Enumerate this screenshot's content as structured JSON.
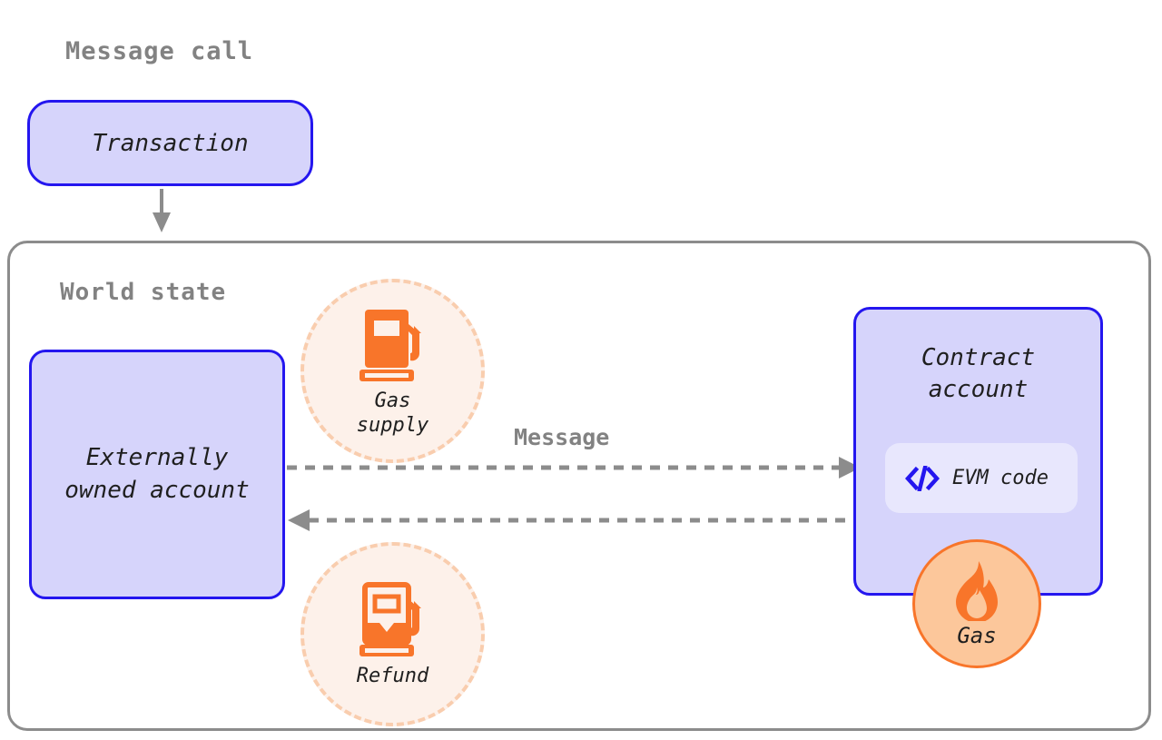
{
  "diagram": {
    "title": "Message call",
    "container_label": "World state",
    "edge_label": "Message"
  },
  "nodes": {
    "transaction": {
      "label": "Transaction"
    },
    "externally_owned_account": {
      "label": "Externally\nowned account"
    },
    "contract_account": {
      "label": "Contract\naccount",
      "code_chip": {
        "label": "EVM code",
        "icon": "code-brackets-icon"
      },
      "gas_badge": {
        "label": "Gas",
        "icon": "flame-icon"
      }
    }
  },
  "badges": {
    "gas_supply": {
      "label": "Gas\nsupply",
      "icon": "gas-pump-filled-icon"
    },
    "refund": {
      "label": "Refund",
      "icon": "gas-pump-outline-icon"
    }
  },
  "edges": {
    "transaction_to_world_state": {
      "style": "solid",
      "direction": "down"
    },
    "eoa_to_contract": {
      "label": "Message",
      "style": "dashed",
      "direction": "right"
    },
    "contract_to_eoa": {
      "style": "dashed",
      "direction": "left"
    }
  },
  "colors": {
    "node_fill": "#d6d4fb",
    "node_border": "#2416ef",
    "chip_fill": "#e8e7fd",
    "container_border": "#8c8c8c",
    "heading_text": "#828282",
    "accent_orange": "#f8752a",
    "circle_fill": "#fdf1ea",
    "circle_dash": "#f9cdae",
    "badge_fill": "#fcc79b",
    "arrow": "#8c8c8c",
    "background": "#ffffff"
  }
}
